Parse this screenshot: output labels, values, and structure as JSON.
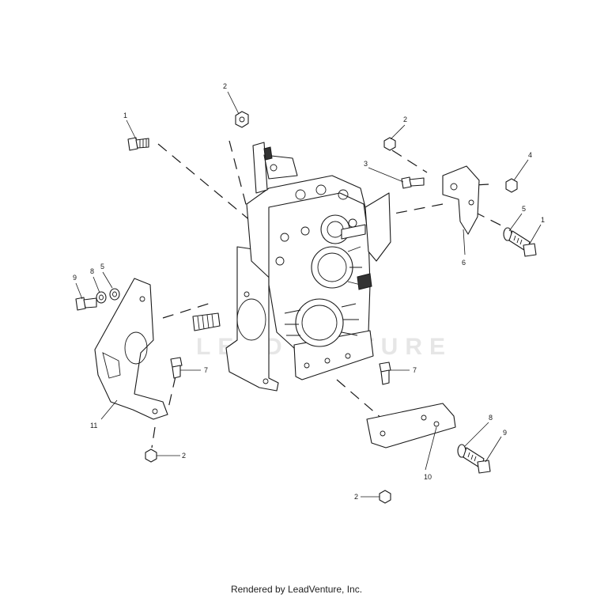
{
  "diagram": {
    "watermark": "LEADVENTURE",
    "callouts": {
      "c1a": "1",
      "c2a": "2",
      "c2b": "2",
      "c3": "3",
      "c4": "4",
      "c5a": "5",
      "c1b": "1",
      "c6": "6",
      "c9a": "9",
      "c8a": "8",
      "c5b": "5",
      "c7a": "7",
      "c7b": "7",
      "c11": "11",
      "c2c": "2",
      "c8b": "8",
      "c9b": "9",
      "c10": "10",
      "c2d": "2"
    }
  },
  "footer": {
    "text": "Rendered by LeadVenture, Inc."
  }
}
